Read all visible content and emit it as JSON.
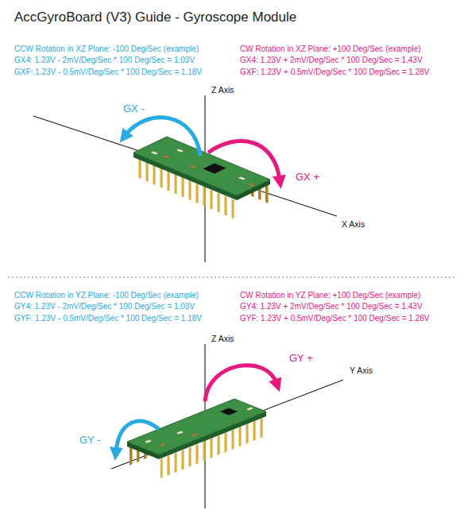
{
  "diagram": {
    "title": "AccGyroBoard (V3) Guide - Gyroscope Module",
    "labels": [
      "CCW Rotation in XZ Plane: -100 Deg/Sec (example)",
      "GX4: 1.23V - 2mV/Deg/Sec * 100 Deg/Sec = 1.03V",
      "GXF: 1.23V - 0.5mV/Deg/Sec * 100 Deg/Sec = 1.18V",
      "CW Rotation in XZ Plane: +100 Deg/Sec (example)",
      "GX4: 1.23V + 2mV/Deg/Sec * 100 Deg/Sec = 1.43V",
      "GXF: 1.23V + 0.5mV/Deg/Sec * 100 Deg/Sec = 1.28V",
      "Z Axis",
      "GX -",
      "GX +",
      "X Axis",
      "CCW Rotation in YZ Plane: -100 Deg/Sec (example)",
      "GY4: 1.23V - 2mV/Deg/Sec * 100 Deg/Sec = 1.03V",
      "GYF: 1.23V - 0.5mV/Deg/Sec * 100 Deg/Sec = 1.18V",
      "CW Rotation in YZ Plane: +100 Deg/Sec (example)",
      "GY4: 1.23V + 2mV/Deg/Sec * 100 Deg/Sec = 1.43V",
      "GYF: 1.23V + 0.5mV/Deg/Sec * 100 Deg/Sec = 1.28V",
      "Z Axis",
      "GY +",
      "Y Axis",
      "GY -"
    ]
  }
}
